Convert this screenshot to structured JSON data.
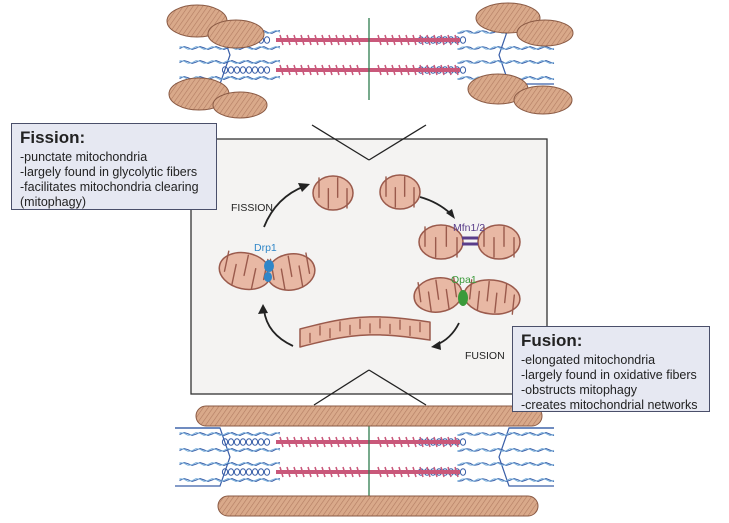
{
  "fission_box": {
    "title": "Fission:",
    "lines": [
      "-punctate mitochondria",
      "-largely found in glycolytic fibers",
      "-facilitates mitochondria clearing",
      "(mitophagy)"
    ]
  },
  "fusion_box": {
    "title": "Fusion:",
    "lines": [
      "-elongated mitochondria",
      "-largely found in oxidative fibers",
      "-obstructs mitophagy",
      "-creates mitochondrial networks"
    ]
  },
  "labels": {
    "fission": "FISSION",
    "fusion": "FUSION",
    "drp1": "Drp1",
    "mfn": "Mfn1/2",
    "opa1": "Opa1"
  },
  "colors": {
    "mito_fill": "#e8b8a4",
    "mito_stroke": "#9a5a4c",
    "actin": "#c9587a",
    "myosin_blue": "#3a5fa8",
    "drp1": "#2f86c8",
    "mfn": "#5a3d8a",
    "opa1": "#3a9a3a",
    "box_fill": "#e6e8f2",
    "panel_fill": "#f4f3f2"
  }
}
